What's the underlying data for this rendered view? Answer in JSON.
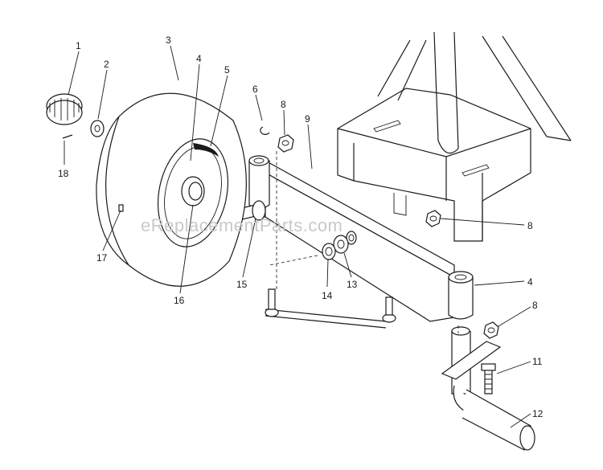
{
  "watermark": "eReplacementParts.com",
  "callouts": [
    {
      "id": "c1",
      "text": "1"
    },
    {
      "id": "c2",
      "text": "2"
    },
    {
      "id": "c3",
      "text": "3"
    },
    {
      "id": "c4a",
      "text": "4"
    },
    {
      "id": "c5",
      "text": "5"
    },
    {
      "id": "c6",
      "text": "6"
    },
    {
      "id": "c8a",
      "text": "8"
    },
    {
      "id": "c9",
      "text": "9"
    },
    {
      "id": "c18",
      "text": "18"
    },
    {
      "id": "c17",
      "text": "17"
    },
    {
      "id": "c16",
      "text": "16"
    },
    {
      "id": "c15",
      "text": "15"
    },
    {
      "id": "c14",
      "text": "14"
    },
    {
      "id": "c13",
      "text": "13"
    },
    {
      "id": "c8b",
      "text": "8"
    },
    {
      "id": "c4b",
      "text": "4"
    },
    {
      "id": "c8c",
      "text": "8"
    },
    {
      "id": "c11",
      "text": "11"
    },
    {
      "id": "c12",
      "text": "12"
    }
  ]
}
